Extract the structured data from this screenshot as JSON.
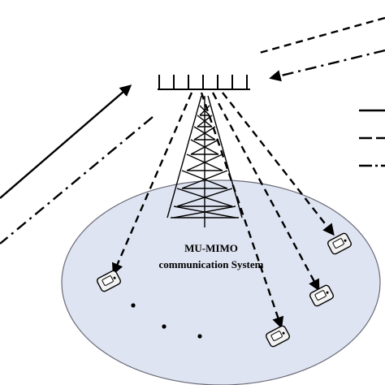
{
  "system_label": {
    "line1": "MU-MIMO",
    "line2": "communication System"
  },
  "colors": {
    "coverage_fill": "#dfe4f2",
    "coverage_stroke": "#6a6a78",
    "ink": "#000000",
    "device_body": "#f2f2f2"
  },
  "icons": {
    "tower": "lattice-transmission-tower-icon",
    "antenna_array": "antenna-array-icon",
    "device": "mobile-phone-icon"
  },
  "user_devices_count": 4,
  "ellipsis_dots_count": 3
}
